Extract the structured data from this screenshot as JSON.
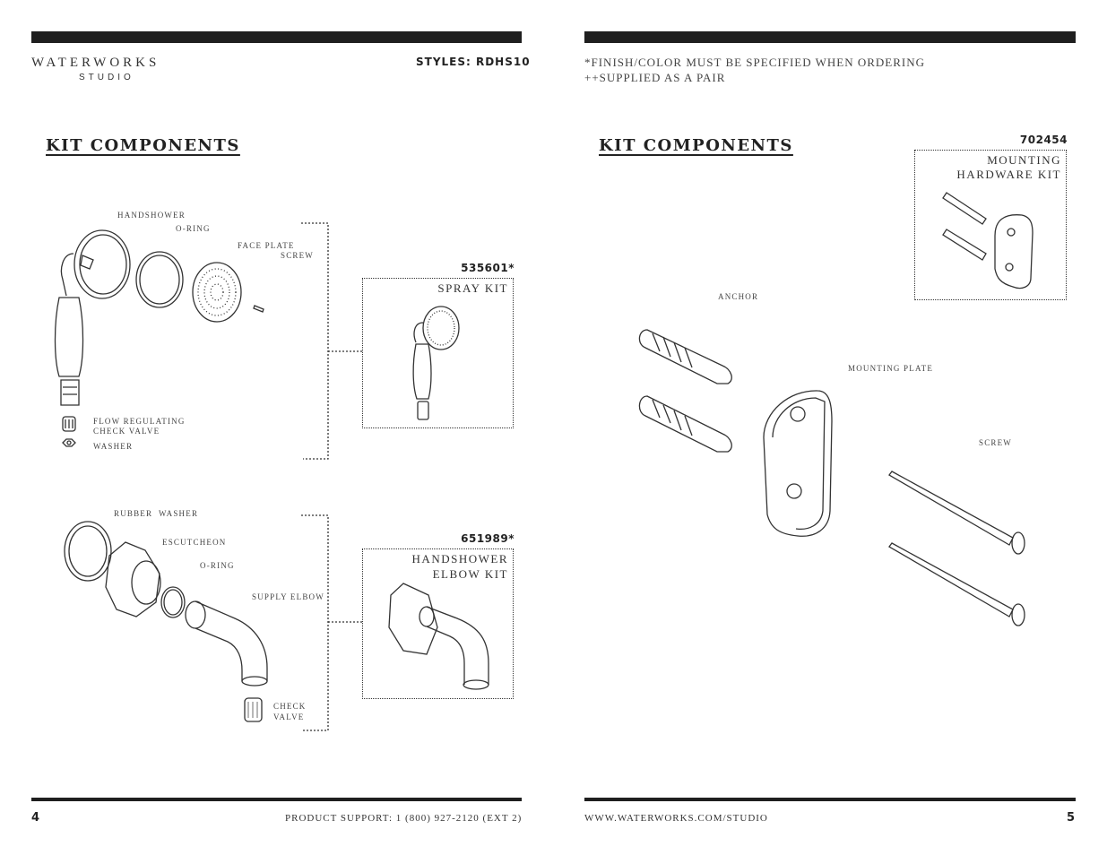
{
  "header": {
    "brand": "WATERWORKS",
    "brand_sub": "STUDIO",
    "styles": "STYLES: RDHS10",
    "note_finish": "*FINISH/COLOR MUST BE SPECIFIED WHEN ORDERING",
    "note_pair": "++SUPPLIED AS A PAIR"
  },
  "left": {
    "title": "KIT COMPONENTS",
    "labels": {
      "handshower": "HANDSHOWER",
      "oring": "O-RING",
      "face_plate": "FACE PLATE",
      "screw": "SCREW",
      "flow_1": "FLOW REGULATING",
      "flow_2": "CHECK VALVE",
      "washer": "WASHER",
      "rubber_washer": "RUBBER  WASHER",
      "escutcheon": "ESCUTCHEON",
      "oring2": "O-RING",
      "supply_elbow": "SUPPLY ELBOW",
      "check_1": "CHECK",
      "check_2": "VALVE"
    },
    "kits": [
      {
        "part": "535601*",
        "name_1": "SPRAY KIT",
        "name_2": ""
      },
      {
        "part": "651989*",
        "name_1": "HANDSHOWER",
        "name_2": "ELBOW KIT"
      }
    ]
  },
  "right": {
    "title": "KIT COMPONENTS",
    "kit": {
      "part": "702454",
      "name_1": "MOUNTING",
      "name_2": "HARDWARE KIT"
    },
    "labels": {
      "anchor": "ANCHOR",
      "mounting_plate": "MOUNTING PLATE",
      "screw": "SCREW"
    }
  },
  "footer": {
    "left_page": "4",
    "support": "PRODUCT SUPPORT: 1 (800) 927-2120 (EXT 2)",
    "url": "WWW.WATERWORKS.COM/STUDIO",
    "right_page": "5"
  }
}
